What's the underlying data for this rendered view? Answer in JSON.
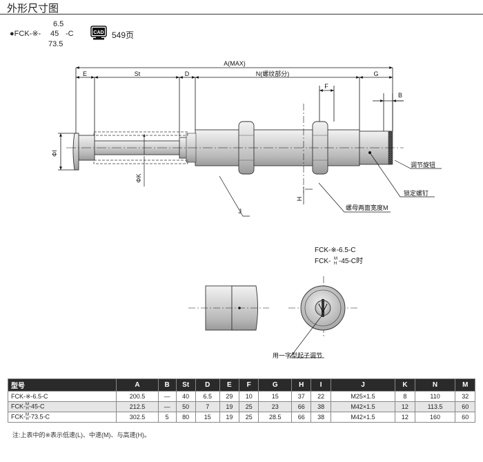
{
  "title": "外形尺寸图",
  "model": {
    "bullet": "●",
    "prefix": "FCK-※-",
    "top_option": "6.5",
    "mid_option": "45",
    "bottom_option": "73.5",
    "suffix": "-C",
    "cad_label": "CAD",
    "page_ref": "549页"
  },
  "drawing": {
    "dims": {
      "a": "A(MAX)",
      "e": "E",
      "st": "St",
      "d": "D",
      "n": "N(螺纹部分)",
      "g": "G",
      "f": "F",
      "b": "B",
      "i": "ΦI",
      "k": "ΦK",
      "h": "H",
      "j": "J"
    },
    "labels": {
      "adjust_knob": "调节旋钮",
      "lock_screw": "锁定螺钉",
      "nut_width": "螺母两面宽度M",
      "slot_adjust": "用一字型起子调节"
    },
    "variant": {
      "line1": "FCK-※-6.5-C",
      "line2_prefix": "FCK-",
      "line2_top": "M",
      "line2_bottom": "H",
      "line2_suffix": "-45-C时"
    }
  },
  "table": {
    "headers": [
      "型号",
      "A",
      "B",
      "St",
      "D",
      "E",
      "F",
      "G",
      "H",
      "I",
      "J",
      "K",
      "N",
      "M"
    ],
    "rows": [
      {
        "model_prefix": "FCK-※-6.5-C",
        "model_top": "",
        "model_bottom": "",
        "model_suffix": "",
        "cells": [
          "200.5",
          "—",
          "40",
          "6.5",
          "29",
          "10",
          "15",
          "37",
          "22",
          "M25×1.5",
          "8",
          "110",
          "32"
        ]
      },
      {
        "model_prefix": "FCK-",
        "model_top": "M",
        "model_bottom": "H",
        "model_suffix": "-45-C",
        "cells": [
          "212.5",
          "—",
          "50",
          "7",
          "19",
          "25",
          "23",
          "66",
          "38",
          "M42×1.5",
          "12",
          "113.5",
          "60"
        ]
      },
      {
        "model_prefix": "FCK-",
        "model_top": "M",
        "model_bottom": "H",
        "model_suffix": "-73.5-C",
        "cells": [
          "302.5",
          "5",
          "80",
          "15",
          "19",
          "25",
          "28.5",
          "66",
          "38",
          "M42×1.5",
          "12",
          "160",
          "60"
        ]
      }
    ]
  },
  "note": "注:上表中的※表示低速(L)、中速(M)、与高速(H)。"
}
